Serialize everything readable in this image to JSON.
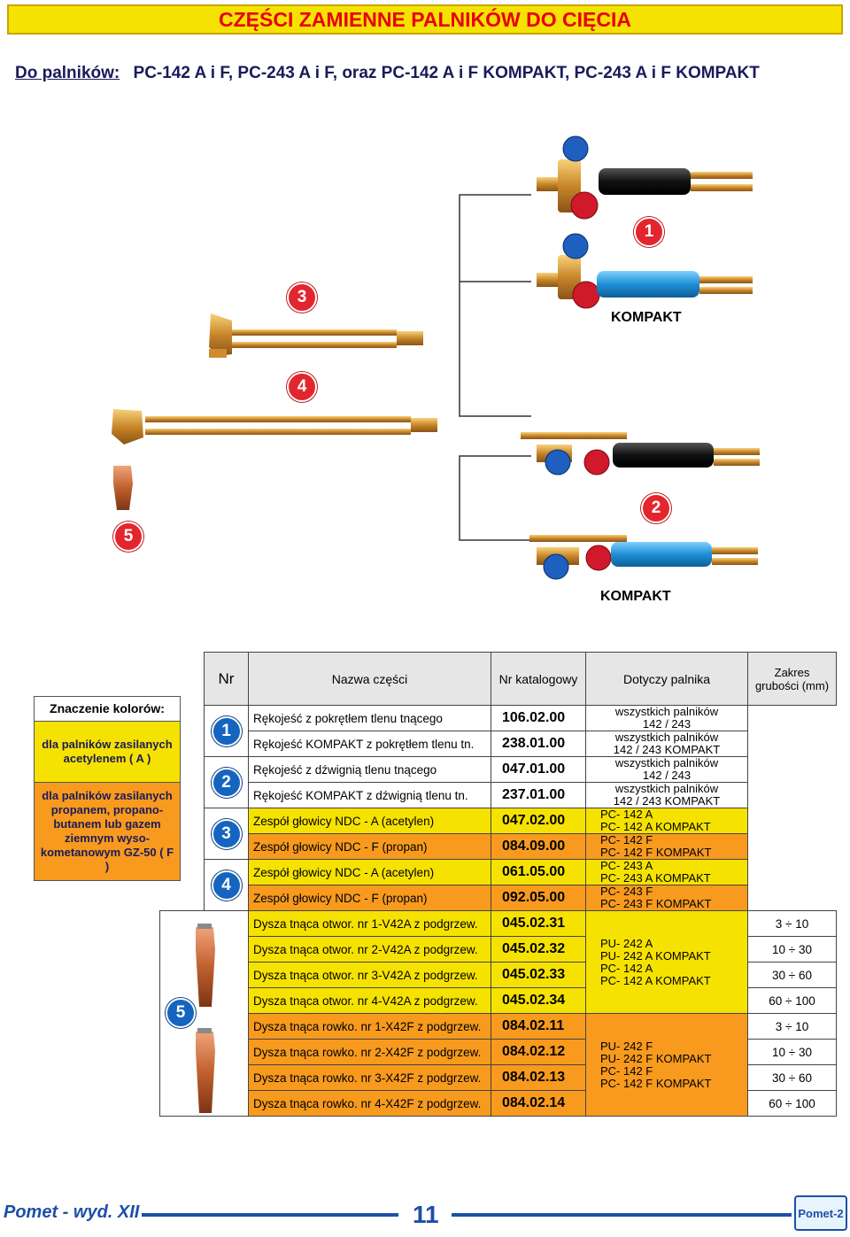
{
  "title": "CZĘŚCI ZAMIENNE PALNIKÓW DO CIĘCIA",
  "subtitle": {
    "prefix": "Do palników:",
    "text": "PC-142 A i F,  PC-243 A i F, oraz  PC-142 A i F KOMPAKT,  PC-243 A i F KOMPAKT"
  },
  "figure": {
    "badge1": "1",
    "badge2": "2",
    "badge3": "3",
    "badge4": "4",
    "badge5": "5",
    "kompakt1": "KOMPAKT",
    "kompakt2": "KOMPAKT"
  },
  "legend": {
    "title": "Znaczenie kolorów:",
    "yellow": "dla palników zasilanych acetylenem ( A )",
    "orange": "dla palników zasilanych propanem, propano-butanem  lub gazem ziemnym wyso-kometanowym  GZ-50 ( F )",
    "colors": {
      "yellow": "#f6e200",
      "orange": "#f79a1e"
    }
  },
  "table": {
    "headers": {
      "nr": "Nr",
      "name": "Nazwa części",
      "cat": "Nr katalogowy",
      "applies": "Dotyczy  palnika",
      "range": "Zakres grubości (mm)"
    },
    "nr_labels": [
      "1",
      "2",
      "3",
      "4",
      "5"
    ],
    "rows": [
      {
        "name": "Rękojeść z pokrętłem tlenu tnącego",
        "cat": "106.02.00",
        "a1": "wszystkich  palników",
        "a2": "142 / 243",
        "range": ""
      },
      {
        "name": "Rękojeść KOMPAKT z pokrętłem tlenu  tn.",
        "cat": "238.01.00",
        "a1": "wszystkich  palników",
        "a2": "142 / 243  KOMPAKT",
        "range": ""
      },
      {
        "name": "Rękojeść z dźwignią  tlenu tnącego",
        "cat": "047.01.00",
        "a1": "wszystkich  palników",
        "a2": "142 / 243",
        "range": ""
      },
      {
        "name": "Rękojeść KOMPAKT z dźwignią  tlenu  tn.",
        "cat": "237.01.00",
        "a1": "wszystkich  palników",
        "a2": "142 / 243  KOMPAKT",
        "range": ""
      },
      {
        "name": "Zespół głowicy NDC - A  (acetylen)",
        "cat": "047.02.00",
        "a1": "PC- 142 A",
        "a2": "PC- 142 A   KOMPAKT",
        "range": ""
      },
      {
        "name": "Zespół głowicy NDC - F  (propan)",
        "cat": "084.09.00",
        "a1": "PC- 142 F",
        "a2": "PC- 142 F   KOMPAKT",
        "range": ""
      },
      {
        "name": "Zespół głowicy NDC - A  (acetylen)",
        "cat": "061.05.00",
        "a1": "PC- 243 A",
        "a2": "PC- 243 A   KOMPAKT",
        "range": ""
      },
      {
        "name": "Zespół głowicy NDC - F  (propan)",
        "cat": "092.05.00",
        "a1": "PC- 243 F",
        "a2": "PC- 243 F   KOMPAKT",
        "range": ""
      }
    ],
    "nozzles_a": {
      "rows": [
        {
          "name": "Dysza tnąca otwor. nr 1-V42A z podgrzew.",
          "cat": "045.02.31",
          "range": "3 ÷ 10"
        },
        {
          "name": "Dysza tnąca otwor. nr 2-V42A z podgrzew.",
          "cat": "045.02.32",
          "range": "10 ÷ 30"
        },
        {
          "name": "Dysza tnąca otwor. nr 3-V42A z podgrzew.",
          "cat": "045.02.33",
          "range": "30 ÷ 60"
        },
        {
          "name": "Dysza tnąca otwor. nr 4-V42A z podgrzew.",
          "cat": "045.02.34",
          "range": "60 ÷ 100"
        }
      ],
      "applies": [
        "PU- 242 A",
        "PU- 242 A   KOMPAKT",
        "PC- 142 A",
        "PC- 142 A   KOMPAKT"
      ]
    },
    "nozzles_f": {
      "rows": [
        {
          "name": "Dysza tnąca rowko. nr 1-X42F z podgrzew.",
          "cat": "084.02.11",
          "range": "3 ÷ 10"
        },
        {
          "name": "Dysza tnąca rowko. nr 2-X42F z podgrzew.",
          "cat": "084.02.12",
          "range": "10 ÷ 30"
        },
        {
          "name": "Dysza tnąca rowko. nr 3-X42F z podgrzew.",
          "cat": "084.02.13",
          "range": "30 ÷ 60"
        },
        {
          "name": "Dysza tnąca rowko. nr 4-X42F z podgrzew.",
          "cat": "084.02.14",
          "range": "60 ÷ 100"
        }
      ],
      "applies": [
        "PU- 242 F",
        "PU- 242 F   KOMPAKT",
        "PC- 142 F",
        "PC- 142 F   KOMPAKT"
      ]
    }
  },
  "footer": {
    "left": "Pomet - wyd. XII",
    "page": "11",
    "logo": "Pomet-2"
  }
}
